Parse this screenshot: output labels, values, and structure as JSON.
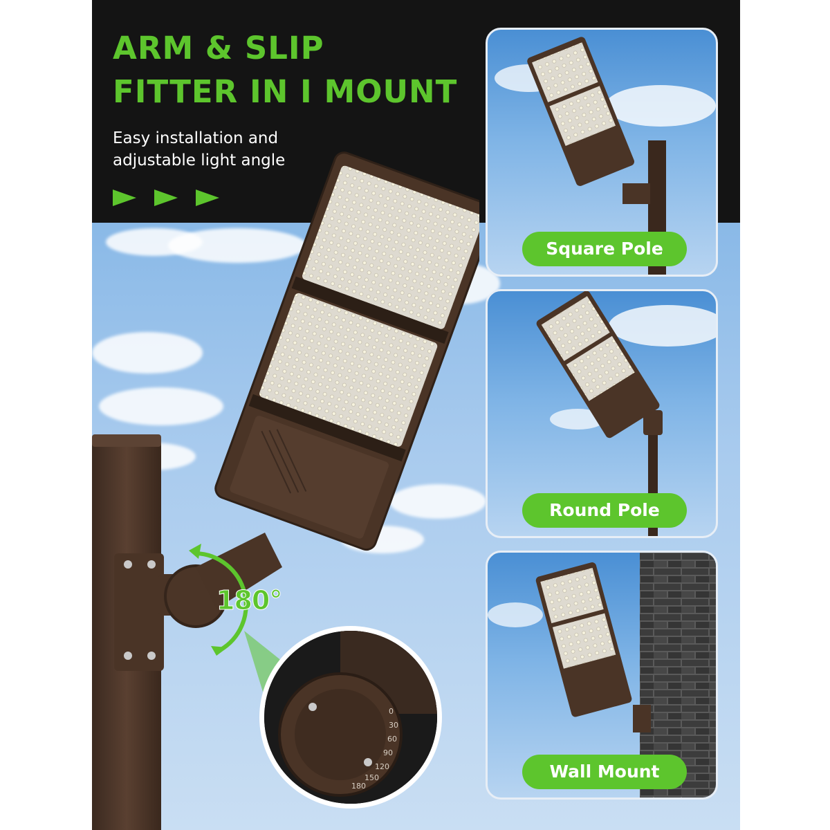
{
  "headline": {
    "line1": "ARM & SLIP",
    "line2": "FITTER IN I MOUNT"
  },
  "subheadline": {
    "line1": "Easy installation and",
    "line2": "adjustable light angle"
  },
  "rotation_label": "180°",
  "dial_markings": [
    "0",
    "30",
    "60",
    "90",
    "120",
    "150",
    "180"
  ],
  "mount_options": [
    {
      "label": "Square Pole"
    },
    {
      "label": "Round Pole"
    },
    {
      "label": "Wall Mount"
    }
  ],
  "colors": {
    "accent_green": "#5dc52d",
    "header_background": "#141414",
    "fixture_bronze": "#4a3426",
    "sky_blue": "#8dbbe8"
  }
}
